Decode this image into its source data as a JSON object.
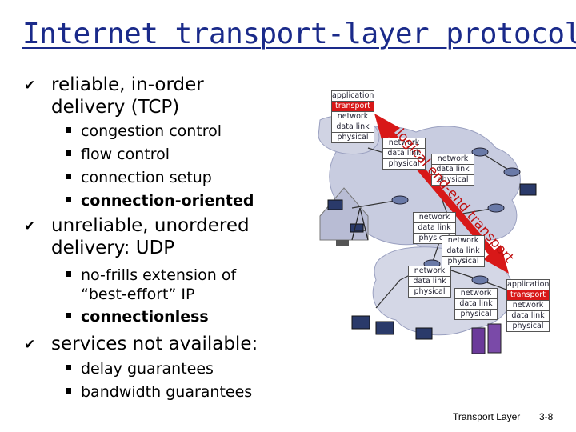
{
  "title": "Internet transport-layer protocols",
  "bullets": [
    {
      "text_line1": "reliable, in-order",
      "text_line2": "delivery (TCP)",
      "subs": [
        "congestion control",
        "flow control",
        "connection setup",
        "connection-oriented"
      ]
    },
    {
      "text_line1": "unreliable, unordered",
      "text_line2": "delivery: UDP",
      "subs_line": [
        "no-frills extension of",
        "“best-effort” IP",
        "connectionless"
      ]
    },
    {
      "text_line1": "services not available:",
      "subs": [
        "delay guarantees",
        "bandwidth guarantees"
      ]
    }
  ],
  "diagram": {
    "arrow_label": "logical end-end transport",
    "host_stack": [
      "application",
      "transport",
      "network",
      "data link",
      "physical"
    ],
    "router_stack": [
      "network",
      "data link",
      "physical"
    ],
    "colors": {
      "arrow": "#d81818",
      "cloud": "#c8cce0",
      "highlight": "#d81818"
    }
  },
  "footer": {
    "label": "Transport Layer",
    "page": "3-8"
  },
  "icons": {
    "bullet": "v-check-icon"
  }
}
